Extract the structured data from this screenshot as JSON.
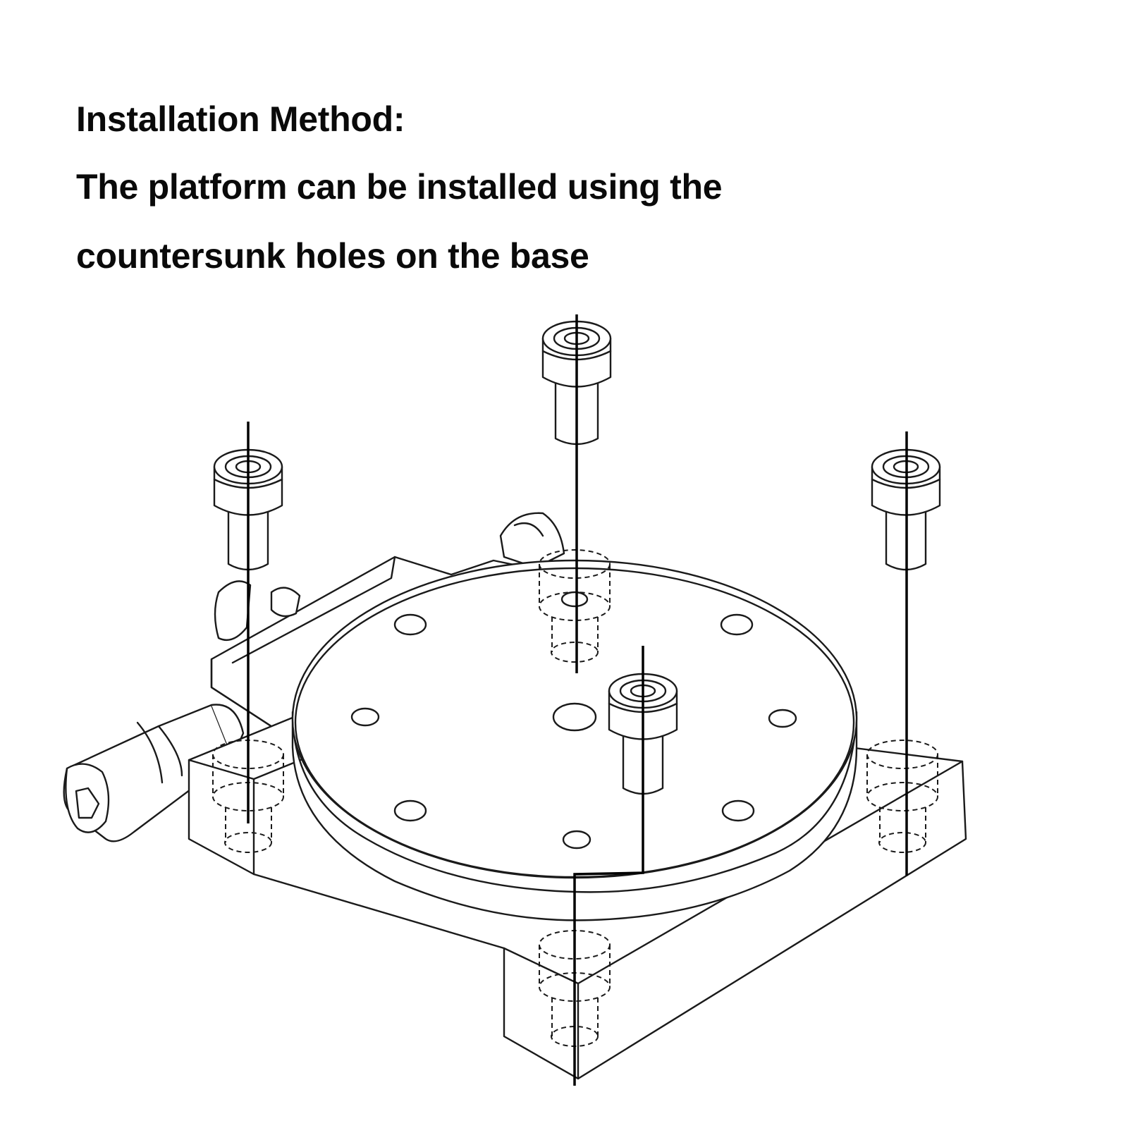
{
  "text": {
    "title": "Installation Method:",
    "line1": "The platform can be installed using the",
    "line2": "countersunk holes on the base"
  },
  "colors": {
    "ink": "#1a1a1a",
    "background": "#ffffff"
  },
  "icons": {
    "screw": "socket-head-cap-screw",
    "stage": "rotary-stage",
    "micrometer": "micrometer-drive"
  }
}
